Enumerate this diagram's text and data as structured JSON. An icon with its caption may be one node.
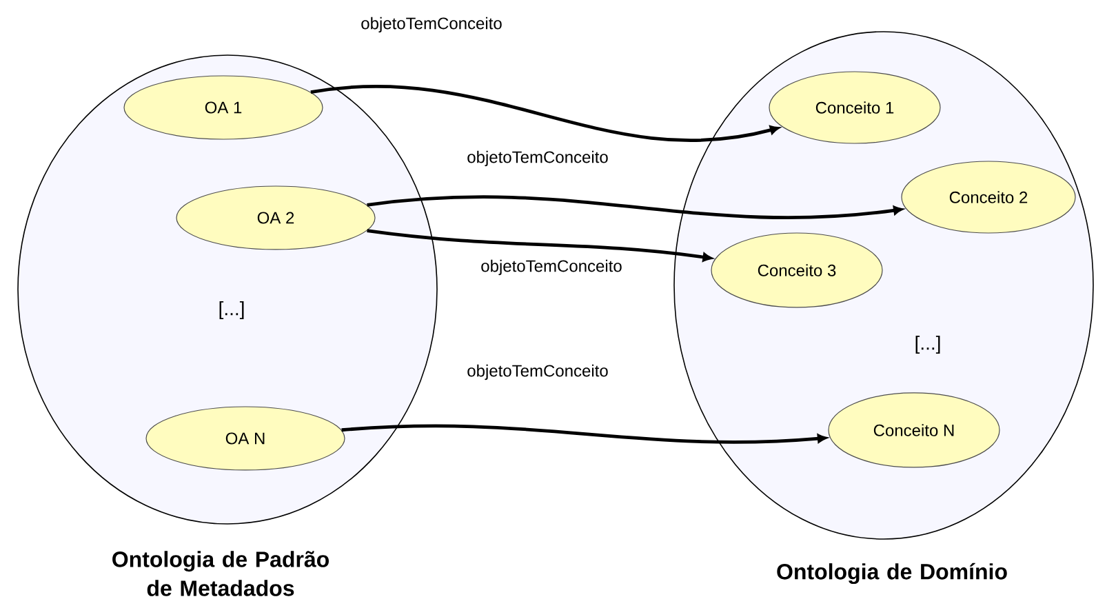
{
  "diagram": {
    "nodes": [
      {
        "text": [
          "Ontologia de Padrão de Metadados"
        ]
      },
      {
        "text": [
          "OA 1"
        ],
        "in": 0
      },
      {
        "text": [
          "OA 2"
        ],
        "in": 0
      },
      {
        "text": [
          "OA N"
        ],
        "in": 0
      },
      {
        "text": [
          "Ontologia de Domínio"
        ]
      },
      {
        "text": [
          "Conceito 1"
        ],
        "in": 4
      },
      {
        "text": [
          "Conceito 2"
        ],
        "in": 4
      },
      {
        "text": [
          "Conceito 3"
        ],
        "in": 4
      },
      {
        "text": [
          "Conceito N"
        ],
        "in": 4
      }
    ],
    "edges": [
      {
        "from": 1,
        "to": 5,
        "arrow": "to",
        "label": "objetoTemConceito"
      },
      {
        "from": 2,
        "to": 6,
        "arrow": "to",
        "label": "objetoTemConceito"
      },
      {
        "from": 2,
        "to": 7,
        "arrow": "to",
        "label": "objetoTemConceito"
      },
      {
        "from": 3,
        "to": 8,
        "arrow": "to",
        "label": "objetoTemConceito"
      }
    ],
    "labels": [
      "[...]",
      "[...]"
    ]
  }
}
